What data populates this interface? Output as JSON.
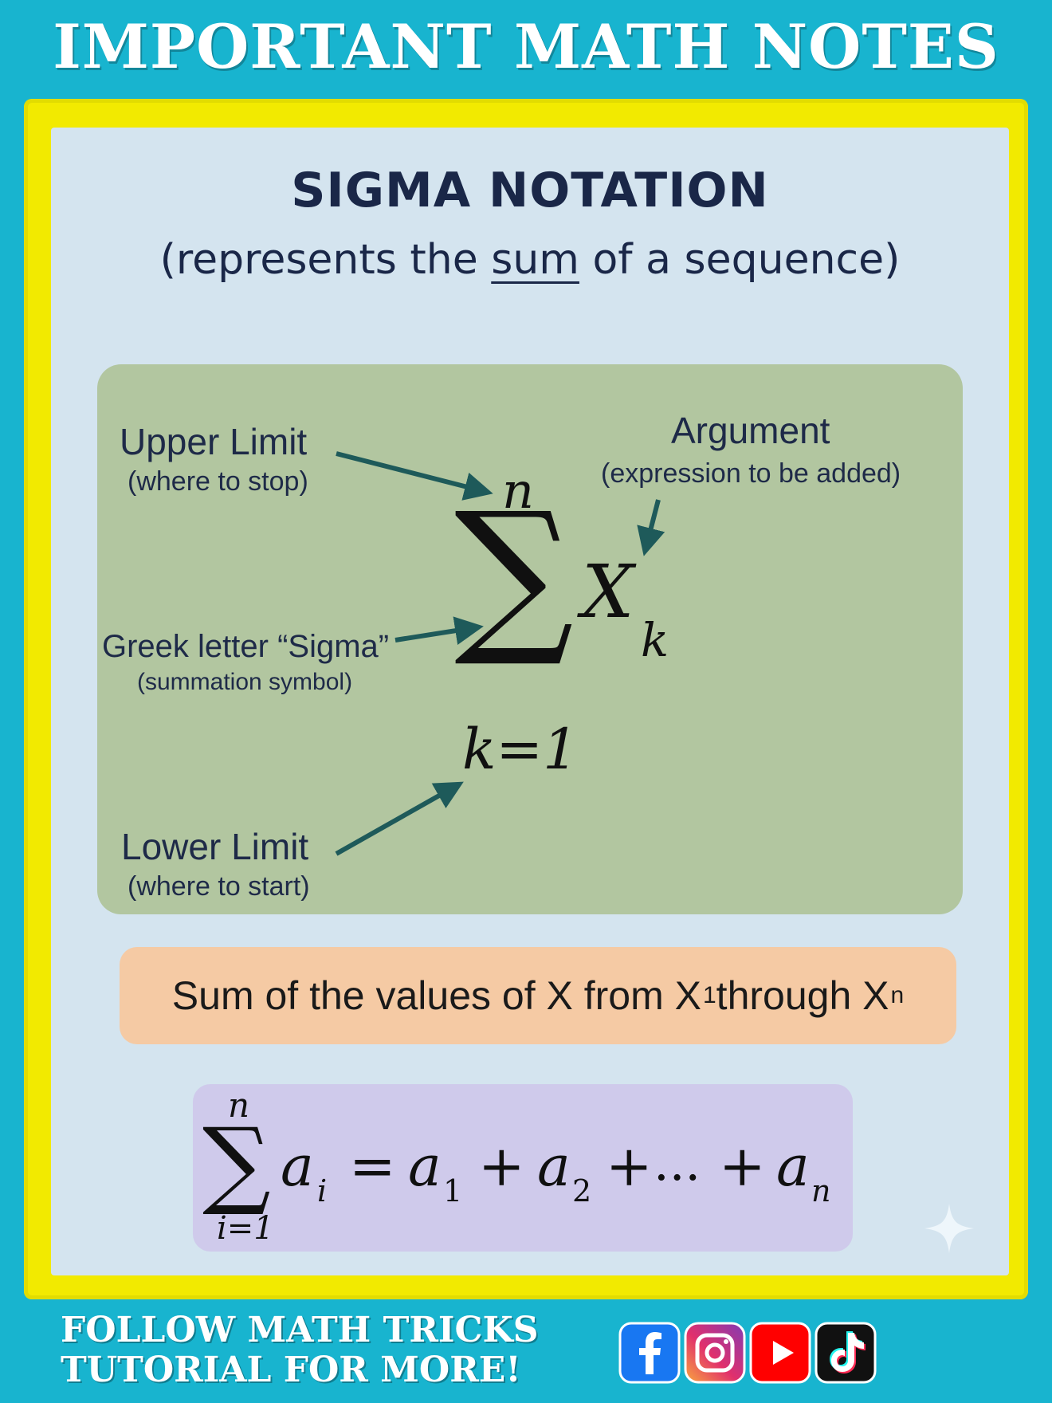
{
  "banner": {
    "title": "IMPORTANT MATH NOTES"
  },
  "card": {
    "title": "SIGMA NOTATION",
    "subtitle_pre": "(represents the ",
    "subtitle_underlined": "sum",
    "subtitle_post": " of a sequence)"
  },
  "diagram": {
    "upper_limit": {
      "label": "Upper Limit",
      "hint": "(where to stop)"
    },
    "argument": {
      "label": "Argument",
      "hint": "(expression to be added)"
    },
    "sigma": {
      "label": "Greek letter “Sigma”",
      "hint": "(summation symbol)"
    },
    "lower_limit": {
      "label": "Lower Limit",
      "hint": "(where to start)"
    },
    "expression": {
      "upper": "n",
      "symbol": "∑",
      "term": "X",
      "term_index": "k",
      "lower": "k=1"
    }
  },
  "sum_description": {
    "text": "Sum of the values of X from X",
    "sub1": "1",
    "mid": " through X",
    "sub2": "n"
  },
  "formula": {
    "upper": "n",
    "symbol": "∑",
    "lower": "i=1",
    "lhs_term": "a",
    "lhs_index": "i",
    "equals": "=",
    "t1": "a",
    "t1_index": "1",
    "plus1": "+",
    "t2": "a",
    "t2_index": "2",
    "plus2": "+",
    "ellipsis": "...",
    "plus3": "+",
    "tn": "a",
    "tn_index": "n"
  },
  "footer": {
    "line1": "FOLLOW MATH TRICKS",
    "line2": "TUTORIAL FOR MORE!",
    "icons": [
      "facebook-icon",
      "instagram-icon",
      "youtube-icon",
      "tiktok-icon"
    ]
  },
  "colors": {
    "background": "#18b4cf",
    "frame": "#f2ea00",
    "card": "#d4e4ef",
    "diagram_box": "#b2c6a0",
    "description_box": "#f5caa4",
    "formula_box": "#cfcaeb",
    "arrow": "#1e5a5a",
    "heading": "#1a2748"
  }
}
